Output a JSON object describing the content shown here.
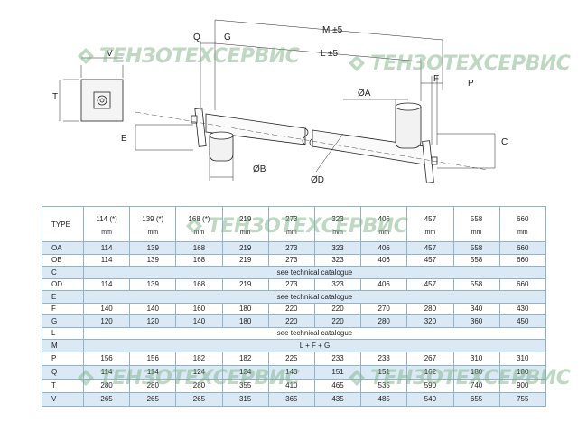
{
  "watermark": {
    "text": "ТЕНЗОТЕХСЕРВИС",
    "color": "#7fb487"
  },
  "drawing": {
    "labels": {
      "Q": "Q",
      "G": "G",
      "M": "M ±5",
      "L": "L ±5",
      "V": "V",
      "T": "T",
      "F": "F",
      "P": "P",
      "OA": "ØA",
      "E": "E",
      "C": "C",
      "OB": "ØB",
      "OD": "ØD"
    }
  },
  "table": {
    "header_label": "TYPE",
    "unit": "mm",
    "sizes": [
      "114 (*)",
      "139 (*)",
      "168 (*)",
      "219",
      "273",
      "323",
      "406",
      "457",
      "558",
      "660"
    ],
    "rows": [
      {
        "label": "OA",
        "values": [
          "114",
          "139",
          "168",
          "219",
          "273",
          "323",
          "406",
          "457",
          "558",
          "660"
        ]
      },
      {
        "label": "OB",
        "values": [
          "114",
          "139",
          "168",
          "219",
          "273",
          "323",
          "406",
          "457",
          "558",
          "660"
        ]
      },
      {
        "label": "C",
        "span": "see technical catalogue"
      },
      {
        "label": "OD",
        "values": [
          "114",
          "139",
          "168",
          "219",
          "273",
          "323",
          "406",
          "457",
          "558",
          "660"
        ]
      },
      {
        "label": "E",
        "span": "see technical catalogue"
      },
      {
        "label": "F",
        "values": [
          "140",
          "140",
          "160",
          "180",
          "220",
          "220",
          "270",
          "280",
          "340",
          "430"
        ]
      },
      {
        "label": "G",
        "values": [
          "120",
          "120",
          "140",
          "180",
          "220",
          "220",
          "280",
          "320",
          "360",
          "450"
        ]
      },
      {
        "label": "L",
        "span": "see technical catalogue"
      },
      {
        "label": "M",
        "span": "L + F + G"
      },
      {
        "label": "P",
        "values": [
          "156",
          "156",
          "182",
          "182",
          "225",
          "233",
          "233",
          "267",
          "310",
          "310"
        ]
      },
      {
        "label": "Q",
        "values": [
          "114",
          "114",
          "124",
          "124",
          "143",
          "151",
          "151",
          "162",
          "180",
          "180"
        ]
      },
      {
        "label": "T",
        "values": [
          "280",
          "280",
          "280",
          "355",
          "410",
          "465",
          "535",
          "590",
          "740",
          "900"
        ]
      },
      {
        "label": "V",
        "values": [
          "265",
          "265",
          "265",
          "315",
          "365",
          "435",
          "485",
          "540",
          "655",
          "755"
        ]
      }
    ]
  }
}
